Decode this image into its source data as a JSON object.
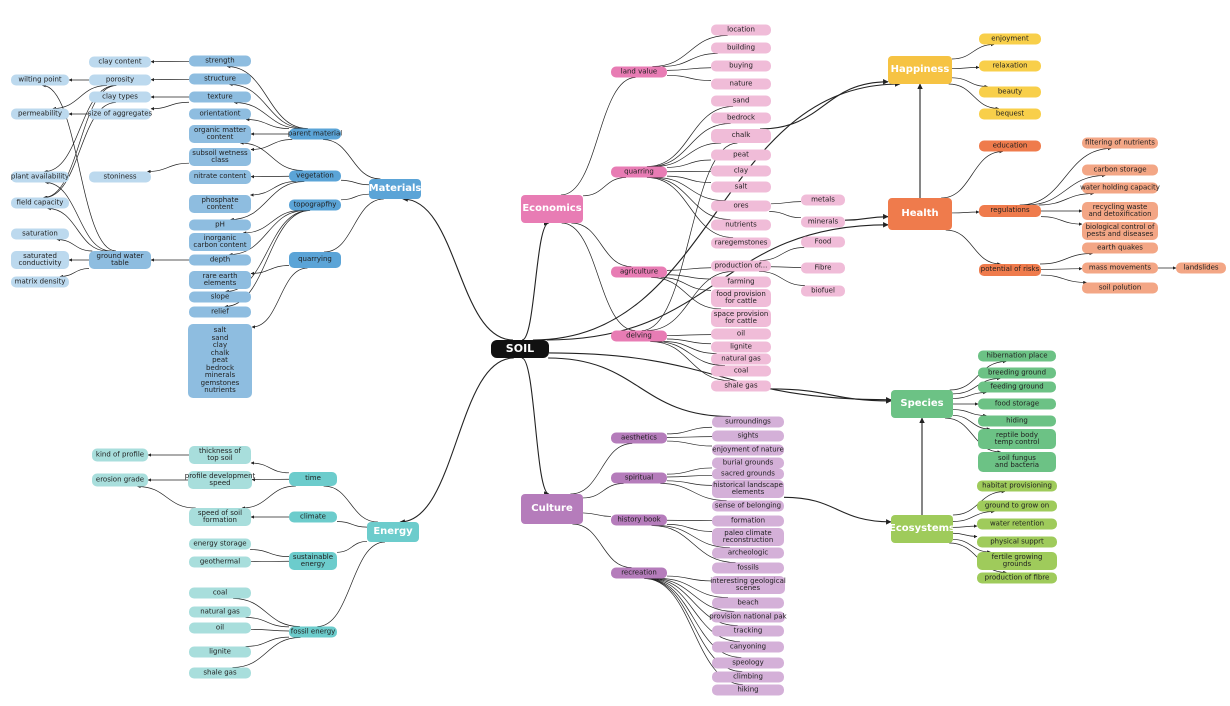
{
  "root": "SOIL",
  "main_topics": {
    "materials": "Materials",
    "energy": "Energy",
    "economics": "Economics",
    "culture": "Culture",
    "happiness": "Happiness",
    "health": "Health",
    "species": "Species",
    "ecosystems": "Ecosystems"
  },
  "materials": {
    "parent_material": "parent material",
    "vegetation": "vegetation",
    "topography": "topograpfhy",
    "quarrying": "quarrying",
    "strength": "strength",
    "structure": "structure",
    "texture": "texture",
    "orientation": "orientationt",
    "organic_matter": "organic matter\ncontent",
    "subsoil_wetness": "subsoil wetness\nclass",
    "nitrate": "nitrate content",
    "phosphate": "phosphate\ncontent",
    "ph": "pH",
    "inorganic_carbon": "inorganic\ncarbon content",
    "depth": "depth",
    "rare_earth": "rare earth\nelements",
    "slope": "slope",
    "relief": "relief",
    "raw_list": "salt\nsand\nclay\nchalk\npeat\nbedrock\nminerals\ngemstones\nnutrients",
    "clay_content": "clay content",
    "porosity": "porosity",
    "clay_types": "clay types",
    "size_aggregates": "size of aggregates",
    "stoniness": "stoniness",
    "ground_water": "ground water\ntable",
    "wilting_point": "wilting point",
    "permeability": "permeability",
    "plant_availability": "plant availability",
    "field_capacity": "field capacity",
    "saturation": "saturation",
    "saturated_conductivity": "saturated\nconductivity",
    "matrix_density": "matrix density"
  },
  "energy": {
    "time": "time",
    "climate": "climate",
    "sustainable": "sustainable\nenergy",
    "fossil": "fossil energy",
    "thickness": "thickness of\ntop soil",
    "profile_dev": "profile development\nspeed",
    "speed_formation": "speed of soil\nformation",
    "kind_profile": "kind of profile",
    "erosion": "erosion grade",
    "energy_storage": "energy storage",
    "geothermal": "geothermal",
    "coal": "coal",
    "natural_gas": "natural gas",
    "oil": "oil",
    "lignite": "lignite",
    "shale_gas": "shale gas"
  },
  "economics": {
    "land_value": "land value",
    "quarring": "quarring",
    "agriculture": "agriculture",
    "delving": "delving",
    "location": "location",
    "building": "building",
    "buying": "buying",
    "nature": "nature",
    "sand": "sand",
    "bedrock": "bedrock",
    "chalk": "chalk",
    "peat": "peat",
    "clay": "clay",
    "salt": "salt",
    "ores": "ores",
    "nutrients": "nutrients",
    "raregemstones": "raregemstones",
    "production": "production of...",
    "farming": "farming",
    "food_cattle": "food provision\nfor cattle",
    "space_cattle": "space provision\nfor cattle",
    "oil": "oil",
    "lignite": "lignite",
    "natural_gas": "natural gas",
    "coal": "coal",
    "shale_gas": "shale gas",
    "metals": "metals",
    "minerals": "minerals",
    "food": "Food",
    "fibre": "Fibre",
    "biofuel": "biofuel"
  },
  "culture": {
    "aesthetics": "aesthetics",
    "spiritual": "spiritual",
    "history_book": "history book",
    "recreation": "recreation",
    "surroundings": "surroundings",
    "sights": "sights",
    "enjoyment_nature": "enjoyment of nature",
    "burial": "burial grounds",
    "sacred": "sacred grounds",
    "historical_landscape": "historical landscape\nelements",
    "belonging": "sense of belonging",
    "formation": "formation",
    "paleo": "paleo climate\nreconstruction",
    "archeologic": "archeologic",
    "fossils": "fossils",
    "geological_scenes": "interesting geological\nscenes",
    "beach": "beach",
    "national_park": "provision national pak",
    "tracking": "tracking",
    "canyoning": "canyoning",
    "speology": "speology",
    "climbing": "climbing",
    "hiking": "hiking"
  },
  "happiness": {
    "enjoyment": "enjoyment",
    "relaxation": "relaxation",
    "beauty": "beauty",
    "bequest": "bequest"
  },
  "health": {
    "education": "education",
    "regulations": "regulations",
    "risks": "potential of risks",
    "filtering": "filtering of nutrients",
    "carbon_storage": "carbon storage",
    "water_holding": "water holding capacity",
    "recycling": "recycling waste\nand detoxification",
    "biocontrol": "biological control of\npests and diseases",
    "earthquakes": "earth quakes",
    "mass_movements": "mass movements",
    "soil_pollution": "soil polution",
    "landslides": "landslides"
  },
  "species": {
    "hibernation": "hibernation place",
    "breeding": "breeding ground",
    "feeding": "feeding ground",
    "food_storage": "food storage",
    "hiding": "hiding",
    "reptile": "reptile body\ntemp control",
    "fungus": "soil fungus\nand bacteria"
  },
  "ecosystems": {
    "habitat": "habitat provisioning",
    "ground_grow": "ground to grow on",
    "water_retention": "water retention",
    "physical_support": "physical supprt",
    "fertile": "fertile growing\ngrounds",
    "fibre_production": "production of fibre"
  },
  "colors": {
    "root": "#111111",
    "materials_main": "#5ba4d7",
    "materials_mid": "#8ebde0",
    "materials_leaf": "#bcd9ee",
    "energy_main": "#6ccccc",
    "energy_leaf": "#a8dedc",
    "economics_main": "#e87cb4",
    "economics_leaf": "#f0bcd8",
    "culture_main": "#b57cbb",
    "culture_leaf": "#d4b0d8",
    "happiness_main": "#f6c343",
    "happiness_leaf": "#f8cf4a",
    "health_main": "#ef7b4c",
    "health_leaf": "#f3a685",
    "species_main": "#6cc285",
    "ecosystems_main": "#9fcb5b",
    "link": "#222222"
  }
}
